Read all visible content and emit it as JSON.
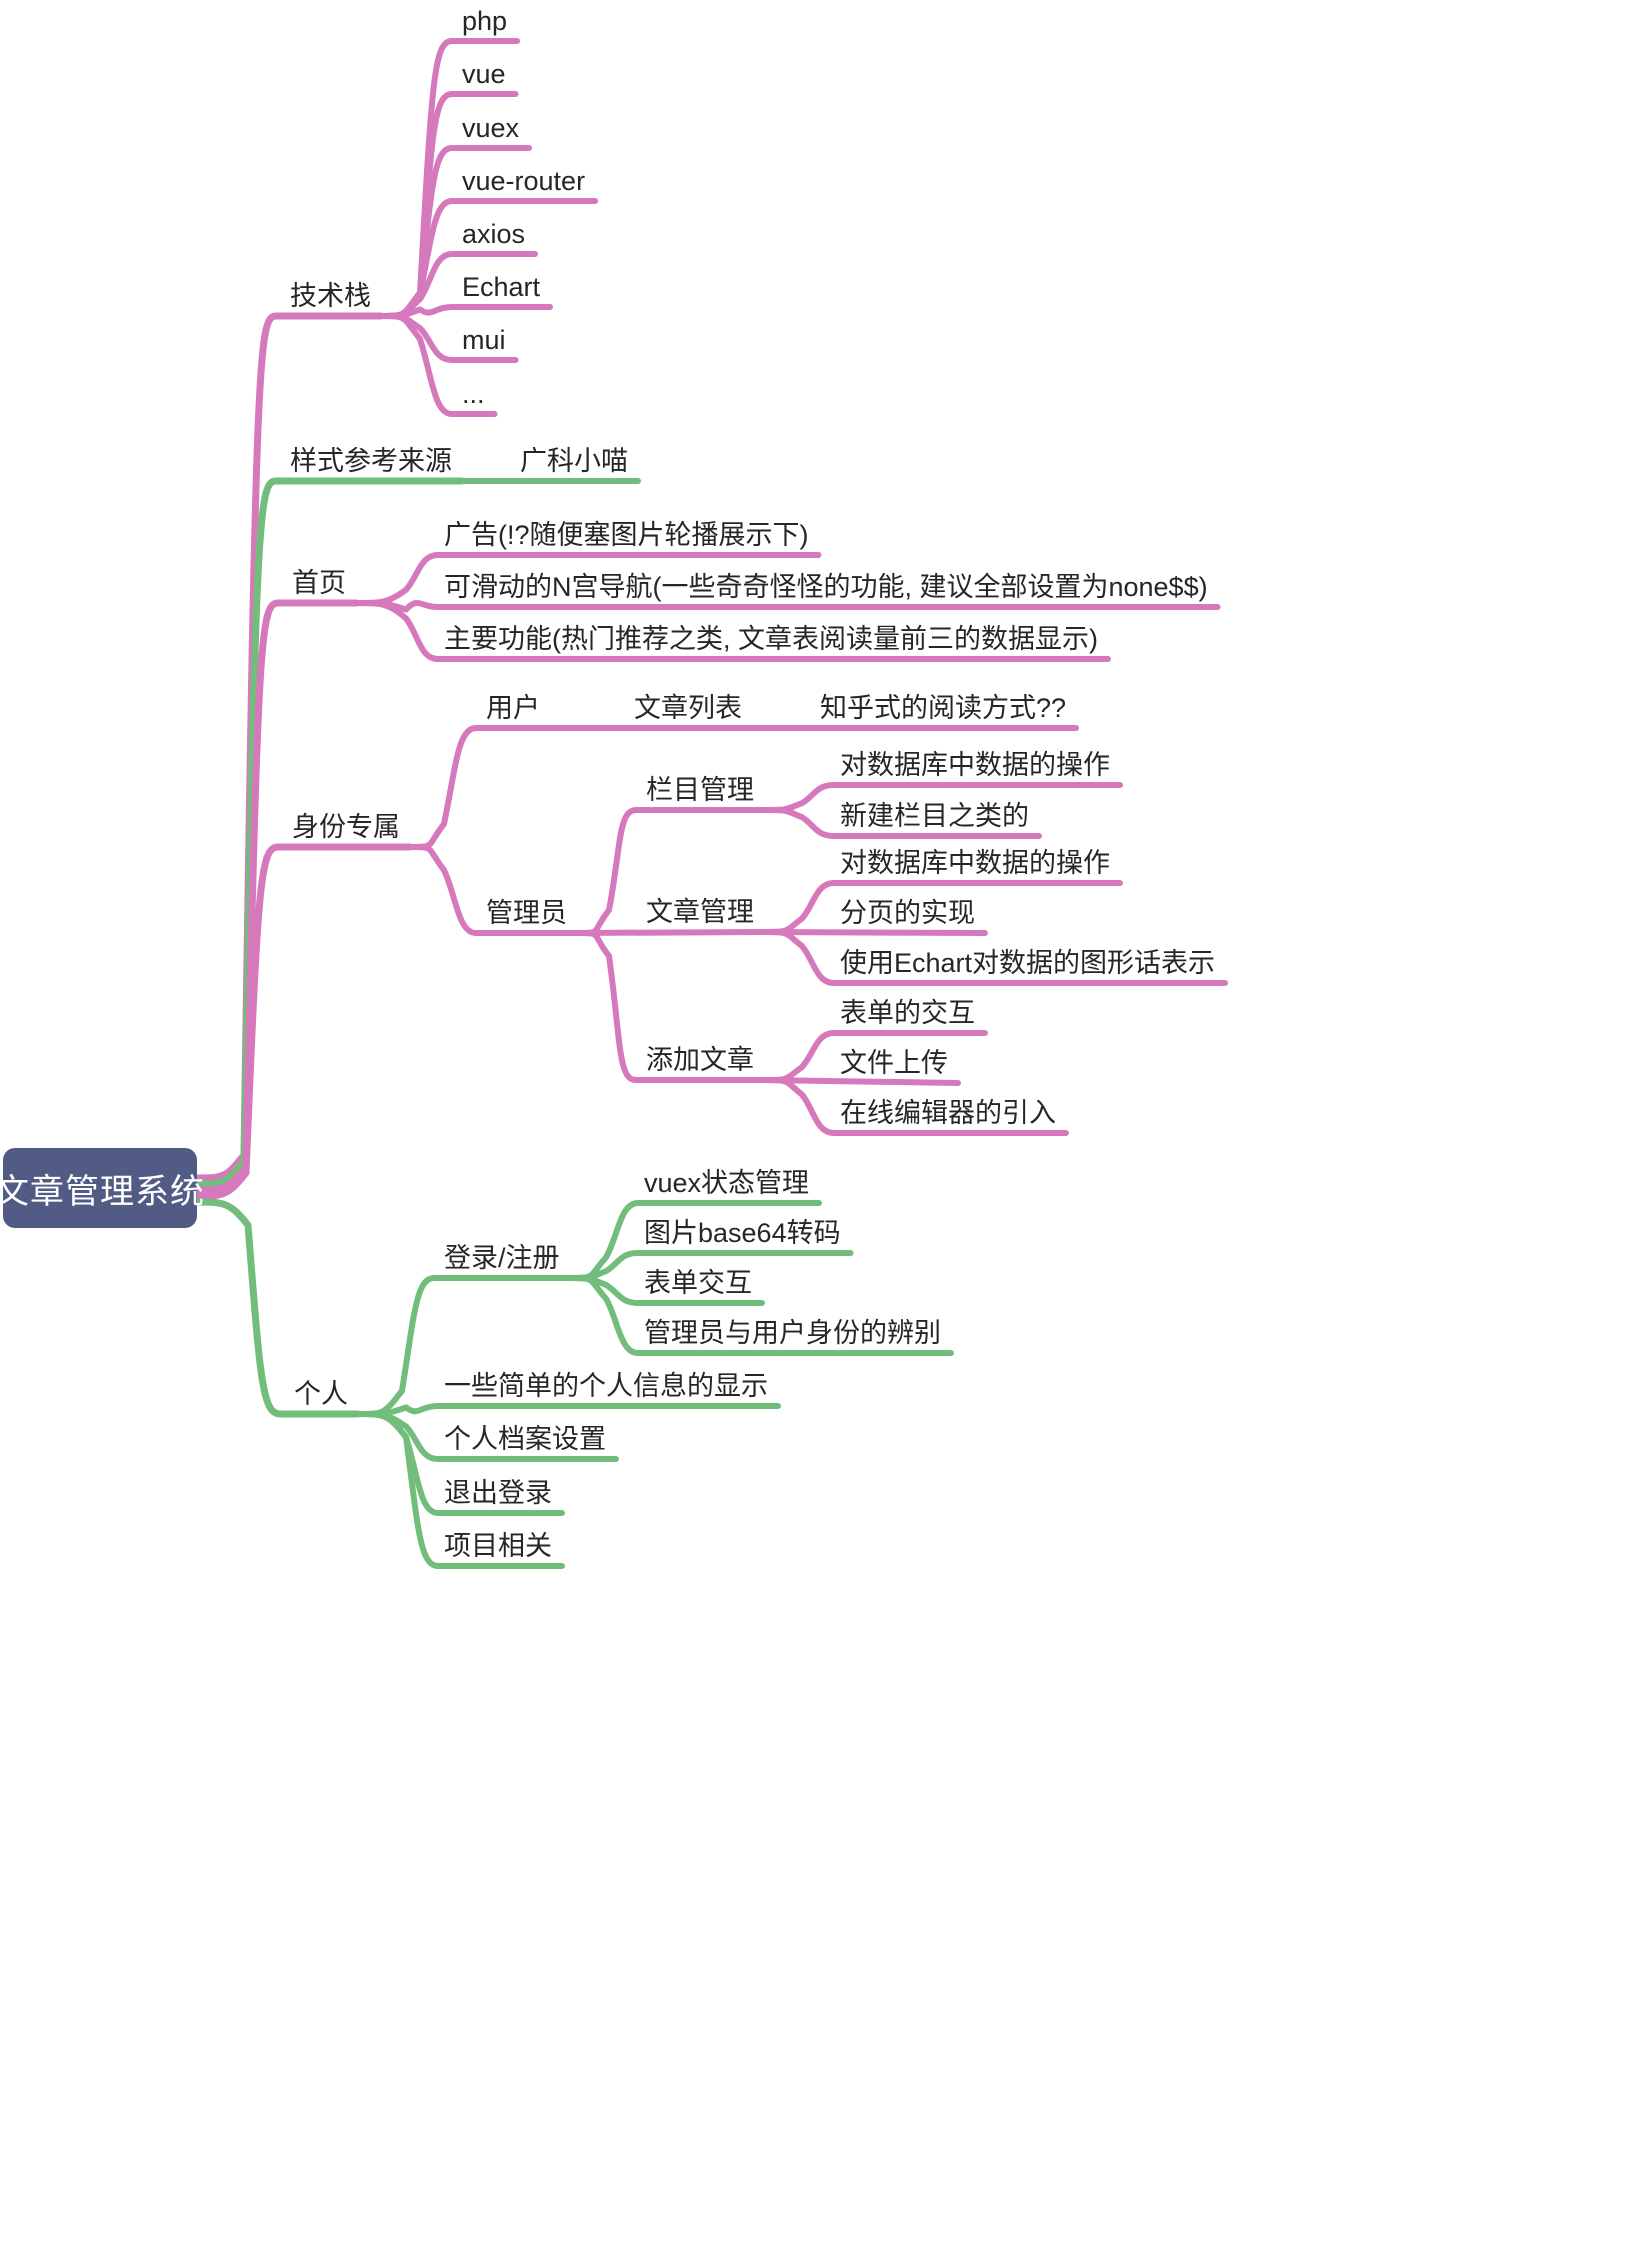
{
  "diagram": {
    "type": "mindmap",
    "title": "文章管理系统",
    "colors": {
      "root_bg": "#515b84",
      "root_text": "#ffffff",
      "branch_pink": "#d678bc",
      "branch_green": "#73bd7c",
      "text": "#262626",
      "background": "#ffffff"
    }
  },
  "root": {
    "label": "文章管理系统"
  },
  "branches": [
    {
      "id": "tech-stack",
      "label": "技术栈",
      "color": "pink",
      "children": [
        {
          "label": "php"
        },
        {
          "label": "vue"
        },
        {
          "label": "vuex"
        },
        {
          "label": "vue-router"
        },
        {
          "label": "axios"
        },
        {
          "label": "Echart"
        },
        {
          "label": "mui"
        },
        {
          "label": "..."
        }
      ]
    },
    {
      "id": "style-source",
      "label": "样式参考来源",
      "color": "green",
      "children": [
        {
          "label": "广科小喵"
        }
      ]
    },
    {
      "id": "home-page",
      "label": "首页",
      "color": "pink",
      "children": [
        {
          "label": "广告(!?随便塞图片轮播展示下)"
        },
        {
          "label": "可滑动的N宫导航(一些奇奇怪怪的功能, 建议全部设置为none$$)"
        },
        {
          "label": "主要功能(热门推荐之类, 文章表阅读量前三的数据显示)"
        }
      ]
    },
    {
      "id": "identity",
      "label": "身份专属",
      "color": "pink",
      "children": [
        {
          "label": "用户",
          "children": [
            {
              "label": "文章列表",
              "children": [
                {
                  "label": "知乎式的阅读方式??"
                }
              ]
            }
          ]
        },
        {
          "label": "管理员",
          "children": [
            {
              "label": "栏目管理",
              "children": [
                {
                  "label": "对数据库中数据的操作"
                },
                {
                  "label": "新建栏目之类的"
                }
              ]
            },
            {
              "label": "文章管理",
              "children": [
                {
                  "label": "对数据库中数据的操作"
                },
                {
                  "label": "分页的实现"
                },
                {
                  "label": "使用Echart对数据的图形话表示"
                }
              ]
            },
            {
              "label": "添加文章",
              "children": [
                {
                  "label": "表单的交互"
                },
                {
                  "label": "文件上传"
                },
                {
                  "label": "在线编辑器的引入"
                }
              ]
            }
          ]
        }
      ]
    },
    {
      "id": "personal",
      "label": "个人",
      "color": "green",
      "children": [
        {
          "label": "登录/注册",
          "children": [
            {
              "label": "vuex状态管理"
            },
            {
              "label": "图片base64转码"
            },
            {
              "label": "表单交互"
            },
            {
              "label": "管理员与用户身份的辨别"
            }
          ]
        },
        {
          "label": "一些简单的个人信息的显示"
        },
        {
          "label": "个人档案设置"
        },
        {
          "label": "退出登录"
        },
        {
          "label": "项目相关"
        }
      ]
    }
  ]
}
